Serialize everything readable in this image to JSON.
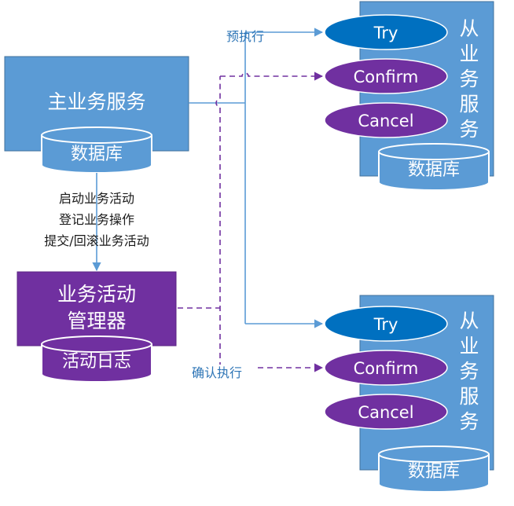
{
  "main_service": {
    "title": "主业务服务",
    "db": "数据库"
  },
  "main_steps": [
    "启动业务活动",
    "登记业务操作",
    "提交/回滚业务活动"
  ],
  "activity_manager": {
    "title_line1": "业务活动",
    "title_line2": "管理器",
    "log": "活动日志"
  },
  "labels": {
    "try_exec": "预执行",
    "confirm_exec": "确认执行"
  },
  "sub_service": {
    "title_chars": [
      "从",
      "业",
      "务",
      "服",
      "务"
    ],
    "db": "数据库",
    "ops": [
      "Try",
      "Confirm",
      "Cancel"
    ]
  },
  "colors": {
    "blue_box": "#5b9bd5",
    "purple_box": "#7030a0",
    "try_oval": "#0070c0",
    "confirm_oval": "#7030a0",
    "cancel_oval": "#7030a0",
    "arrow_blue": "#5b9bd5",
    "arrow_purple": "#7030a0"
  }
}
